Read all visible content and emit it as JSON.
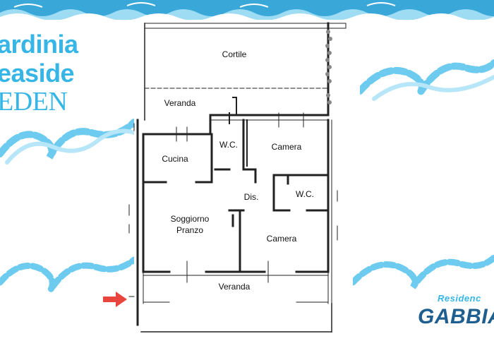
{
  "brand": {
    "line1": "ardinia",
    "line2": "easide",
    "line3": "EDEN"
  },
  "residence": {
    "label": "Residenc",
    "name": "GABBIA"
  },
  "rooms": {
    "cortile": "Cortile",
    "veranda_top": "Veranda",
    "wc_left": "W.C.",
    "camera_top": "Camera",
    "cucina": "Cucina",
    "dis": "Dis.",
    "wc_right": "W.C.",
    "soggiorno": "Soggiorno",
    "pranzo": "Pranzo",
    "camera_bottom": "Camera",
    "veranda_bottom": "Veranda"
  },
  "colors": {
    "accent_blue": "#35b6e6",
    "dark_blue": "#1f5f8f",
    "arrow_red": "#e8453c",
    "wall": "#222222"
  },
  "icons": [
    "entrance-arrow-icon",
    "wave-icon"
  ]
}
